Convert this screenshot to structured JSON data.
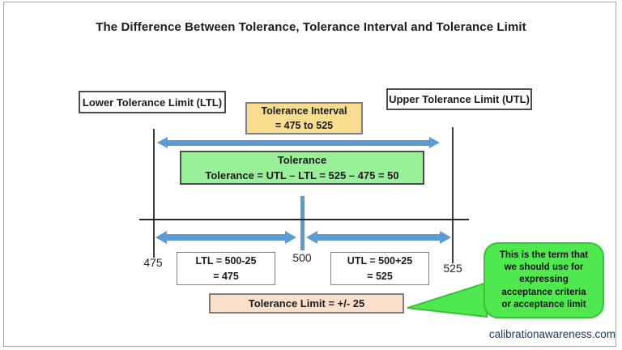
{
  "colors": {
    "arrow_blue": "#5b9bd5",
    "interval_yellow": "#f8dd8e",
    "tolerance_green": "#98f098",
    "limit_peach": "#fadfca",
    "callout_green": "#4fe84f",
    "callout_border": "#35c435",
    "footer_navy": "#203864"
  },
  "title": "The Difference Between Tolerance, Tolerance Interval and Tolerance Limit",
  "limits": {
    "lower_label": "Lower Tolerance Limit (LTL)",
    "upper_label": "Upper Tolerance Limit (UTL)"
  },
  "tolerance_interval": {
    "line1": "Tolerance Interval",
    "line2": "= 475 to 525"
  },
  "tolerance": {
    "line1": "Tolerance",
    "line2": "Tolerance =  UTL – LTL  = 525 – 475 = 50"
  },
  "number_line": {
    "ticks": [
      "475",
      "500",
      "525"
    ]
  },
  "ltl_calc": {
    "line1": "LTL = 500-25",
    "line2": "= 475"
  },
  "utl_calc": {
    "line1": "UTL = 500+25",
    "line2": "= 525"
  },
  "tolerance_limit": {
    "label": "Tolerance Limit = +/- 25"
  },
  "callout": {
    "line1": "This is the term that",
    "line2": "we should use for",
    "line3": "expressing",
    "line4": "acceptance criteria",
    "line5_prefix": "or ",
    "line5_bold": "acceptance limit"
  },
  "footer": "calibrationawareness.com"
}
